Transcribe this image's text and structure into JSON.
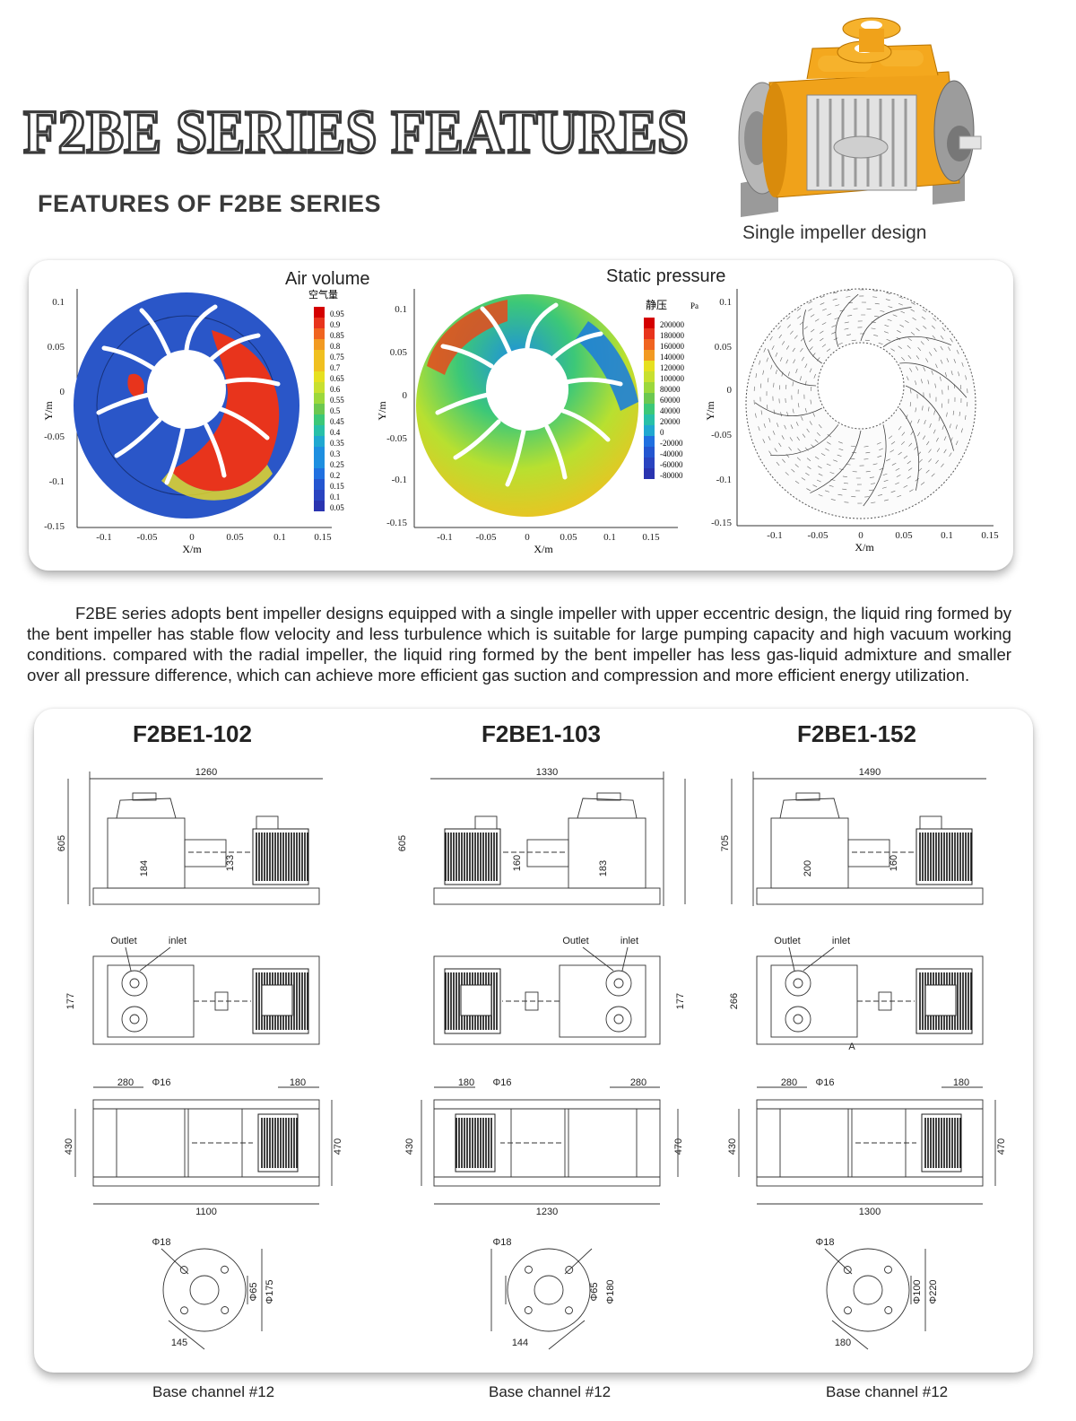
{
  "header": {
    "big_title": "F2BE SERIES FEATURES",
    "subtitle": "FEATURES OF F2BE SERIES",
    "pump_caption": "Single impeller design"
  },
  "cfd": {
    "air_volume": {
      "title": "Air volume",
      "legend_title": "空气量",
      "legend_values": [
        "0.95",
        "0.9",
        "0.85",
        "0.8",
        "0.75",
        "0.7",
        "0.65",
        "0.6",
        "0.55",
        "0.5",
        "0.45",
        "0.4",
        "0.35",
        "0.3",
        "0.25",
        "0.2",
        "0.15",
        "0.1",
        "0.05"
      ],
      "xlabel": "X/m",
      "ylabel": "Y/m",
      "x_ticks": [
        "-0.1",
        "-0.05",
        "0",
        "0.05",
        "0.1",
        "0.15"
      ],
      "y_ticks": [
        "0.1",
        "0.05",
        "0",
        "-0.05",
        "-0.1",
        "-0.15"
      ]
    },
    "static_pressure": {
      "title": "Static pressure",
      "legend_title": "静压",
      "legend_unit": "Pa",
      "legend_values": [
        "200000",
        "180000",
        "160000",
        "140000",
        "120000",
        "100000",
        "80000",
        "60000",
        "40000",
        "20000",
        "0",
        "-20000",
        "-40000",
        "-60000",
        "-80000"
      ],
      "xlabel": "X/m",
      "ylabel": "Y/m",
      "x_ticks": [
        "-0.1",
        "-0.05",
        "0",
        "0.05",
        "0.1",
        "0.15"
      ],
      "y_ticks": [
        "0.1",
        "0.05",
        "0",
        "-0.05",
        "-0.1",
        "-0.15"
      ]
    },
    "velocity": {
      "xlabel": "X/m",
      "ylabel": "Y/m",
      "x_ticks": [
        "-0.1",
        "-0.05",
        "0",
        "0.05",
        "0.1",
        "0.15"
      ],
      "y_ticks": [
        "0.1",
        "0.05",
        "0",
        "-0.05",
        "-0.1",
        "-0.15"
      ]
    }
  },
  "description": "F2BE series adopts bent impeller designs equipped with a single impeller with upper eccentric design, the liquid ring formed by the bent impeller has stable flow velocity and less turbulence which is suitable for large pumping capacity and high vacuum working conditions. compared with the radial impeller, the liquid ring formed by the bent impeller has less gas-liquid admixture and smaller over all pressure difference, which can achieve more efficient gas suction and compression and more efficient energy utilization.",
  "models": [
    {
      "name": "F2BE1-102",
      "length": "1260",
      "height": "605",
      "h1": "184",
      "h2": "133",
      "width": "177",
      "outlet": "Outlet",
      "inlet": "inlet",
      "bolt_left": "280",
      "bolt_dia": "Φ16",
      "bolt_right": "180",
      "base_len": "1100",
      "base_w_in": "430",
      "base_w_out": "470",
      "flange_hole": "Φ18",
      "flange_in": "Φ65",
      "flange_out": "Φ175",
      "flange_pcd": "145",
      "base_caption": "Base channel #12"
    },
    {
      "name": "F2BE1-103",
      "length": "1330",
      "height": "605",
      "h1": "183",
      "h2": "160",
      "width": "177",
      "outlet": "Outlet",
      "inlet": "inlet",
      "bolt_left": "180",
      "bolt_dia": "Φ16",
      "bolt_right": "280",
      "base_len": "1230",
      "base_w_in": "430",
      "base_w_out": "470",
      "flange_hole": "Φ18",
      "flange_in": "Φ65",
      "flange_out": "Φ180",
      "flange_pcd": "144",
      "base_caption": "Base channel #12"
    },
    {
      "name": "F2BE1-152",
      "length": "1490",
      "height": "705",
      "h1": "200",
      "h2": "160",
      "width": "266",
      "outlet": "Outlet",
      "inlet": "inlet",
      "bolt_left": "280",
      "bolt_dia": "Φ16",
      "bolt_right": "180",
      "base_len": "1300",
      "base_w_in": "430",
      "base_w_out": "470",
      "flange_hole": "Φ18",
      "flange_in": "Φ100",
      "flange_out": "Φ220",
      "flange_pcd": "180",
      "section_mark": "A",
      "base_caption": "Base channel #12"
    }
  ]
}
